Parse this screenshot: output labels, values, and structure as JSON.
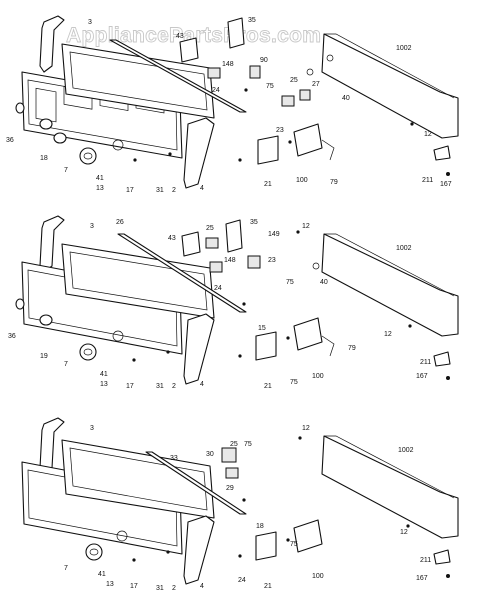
{
  "watermark": "AppliancePartsPros.com",
  "sections": [
    {
      "id": "upper",
      "callouts": [
        "3",
        "35",
        "43",
        "1002",
        "148",
        "90",
        "24",
        "25",
        "27",
        "75",
        "40",
        "23",
        "12",
        "36",
        "18",
        "7",
        "41",
        "13",
        "17",
        "31",
        "2",
        "4",
        "21",
        "100",
        "79",
        "211",
        "167"
      ]
    },
    {
      "id": "middle",
      "callouts": [
        "3",
        "26",
        "43",
        "25",
        "35",
        "149",
        "12",
        "1002",
        "148",
        "23",
        "75",
        "24",
        "40",
        "36",
        "19",
        "7",
        "41",
        "13",
        "17",
        "31",
        "2",
        "4",
        "15",
        "21",
        "75",
        "100",
        "79",
        "12",
        "211",
        "167"
      ]
    },
    {
      "id": "lower",
      "callouts": [
        "3",
        "33",
        "30",
        "25",
        "75",
        "12",
        "1002",
        "29",
        "18",
        "7",
        "41",
        "13",
        "17",
        "31",
        "2",
        "4",
        "24",
        "21",
        "75",
        "100",
        "12",
        "211",
        "167"
      ]
    }
  ]
}
